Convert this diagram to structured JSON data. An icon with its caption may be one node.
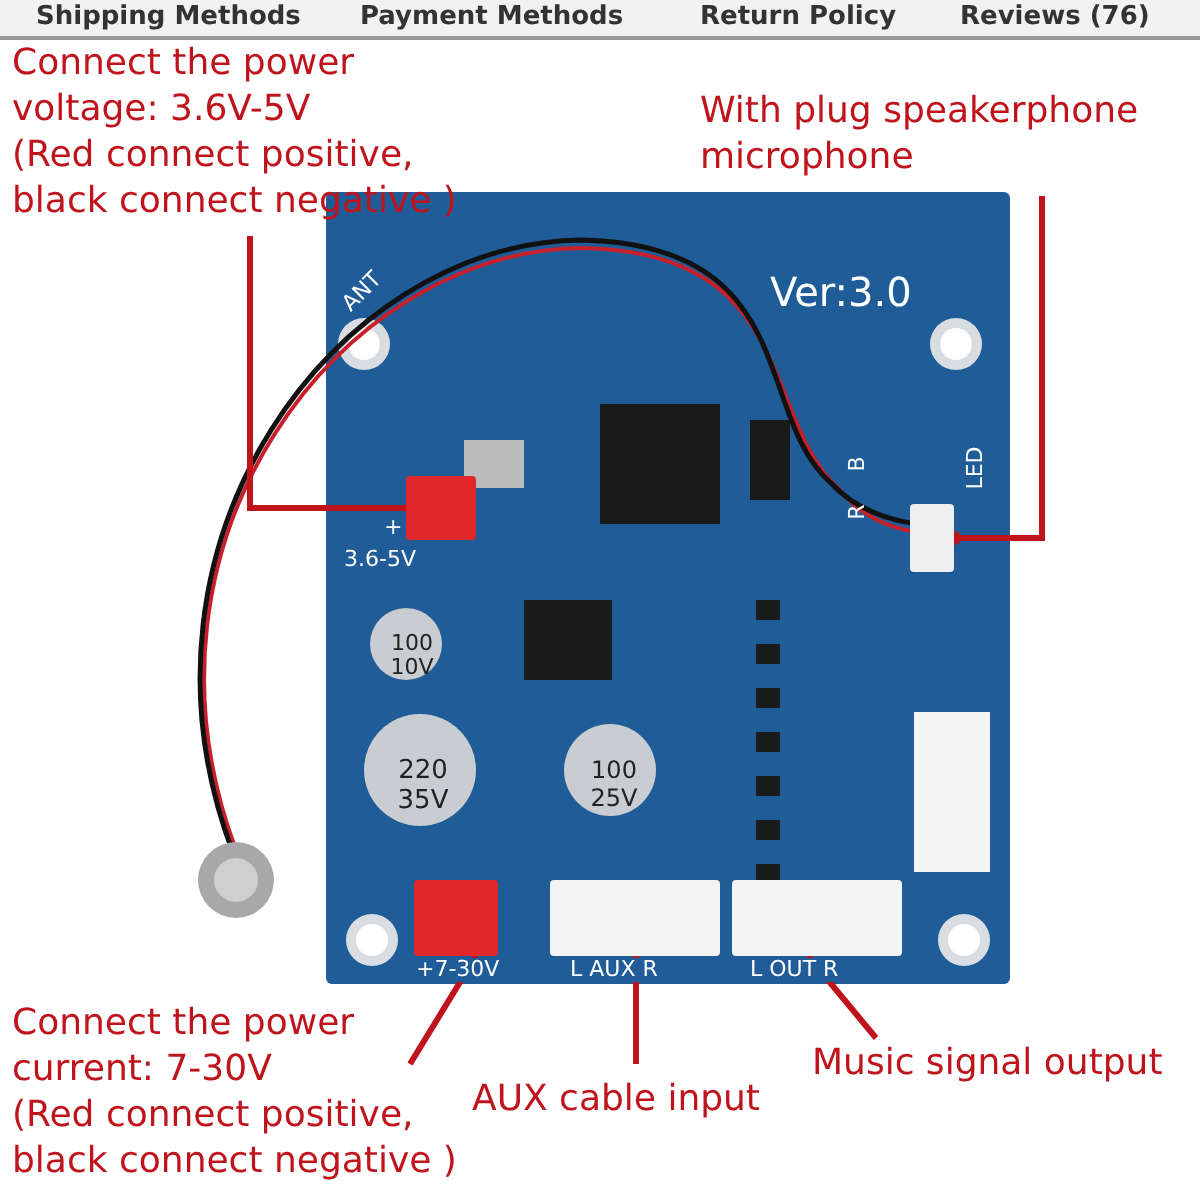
{
  "diagram": {
    "nodes": [
      {
        "text": [
          "Connect the power voltage: 3.6V-5V",
          "(Red connect positive, black connect negative )"
        ]
      },
      {
        "text": [],
        "shape": "box",
        "beside": [
          "3.6-5V"
        ]
      },
      {
        "text": [
          "With plug speakerphone microphone"
        ]
      },
      {
        "text": [],
        "shape": "box"
      },
      {
        "text": [
          "Connect the power current: 7-30V",
          "(Red connect positive, black connect negative )"
        ]
      },
      {
        "text": [],
        "shape": "box",
        "beside": [
          "+7-30V"
        ]
      },
      {
        "text": [
          "AUX cable input"
        ]
      },
      {
        "text": [],
        "shape": "box",
        "beside": [
          "L AUX R"
        ]
      },
      {
        "text": [
          "Music signal output"
        ]
      },
      {
        "text": [],
        "shape": "box",
        "beside": [
          "L OUT R"
        ]
      }
    ],
    "edges": [
      {
        "from": 0,
        "to": 1,
        "arrow": "none"
      },
      {
        "from": 2,
        "to": 3,
        "arrow": "other"
      },
      {
        "from": 4,
        "to": 5,
        "arrow": "none"
      },
      {
        "from": 6,
        "to": 7,
        "arrow": "none"
      },
      {
        "from": 8,
        "to": 9,
        "arrow": "none"
      }
    ],
    "labels": [
      "Shipping Methods",
      "Payment Methods",
      "Return Policy",
      "Reviews (76)",
      "ANT",
      "Ver:3.0",
      "+",
      "B",
      "R",
      "LED",
      "100 10V",
      "220 35V",
      "100 25V"
    ]
  }
}
